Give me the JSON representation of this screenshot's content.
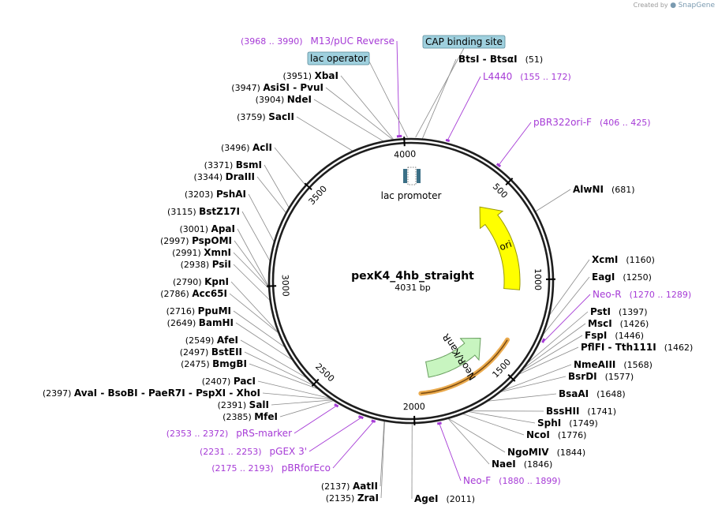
{
  "credit": {
    "prefix": "Created by",
    "brand": "SnapGene"
  },
  "map": {
    "name": "pexK4_4hb_straight",
    "length": 4031,
    "size_label": "4031 bp",
    "ticks": [
      "500",
      "1000",
      "1500",
      "2000",
      "2500",
      "3000",
      "3500",
      "4000"
    ],
    "features": [
      {
        "name": "lac operator",
        "kind": "boxed"
      },
      {
        "name": "CAP binding site",
        "kind": "boxed"
      },
      {
        "name": "lac promoter",
        "kind": "promoter"
      },
      {
        "name": "ori",
        "kind": "arrow",
        "color": "#ffff00"
      },
      {
        "name": "NeoR/KanR",
        "kind": "arrow",
        "color": "#c8f5c0"
      }
    ],
    "enzymes": [
      {
        "name": "BtsI - BtsαI",
        "pos": "(51)",
        "site": 51
      },
      {
        "name": "AlwNI",
        "pos": "(681)",
        "site": 681
      },
      {
        "name": "XcmI",
        "pos": "(1160)",
        "site": 1160
      },
      {
        "name": "EagI",
        "pos": "(1250)",
        "site": 1250
      },
      {
        "name": "PstI",
        "pos": "(1397)",
        "site": 1397
      },
      {
        "name": "MscI",
        "pos": "(1426)",
        "site": 1426
      },
      {
        "name": "FspI",
        "pos": "(1446)",
        "site": 1446
      },
      {
        "name": "PflFI - Tth111I",
        "pos": "(1462)",
        "site": 1462
      },
      {
        "name": "NmeAIII",
        "pos": "(1568)",
        "site": 1568
      },
      {
        "name": "BsrDI",
        "pos": "(1577)",
        "site": 1577
      },
      {
        "name": "BsaAI",
        "pos": "(1648)",
        "site": 1648
      },
      {
        "name": "BssHII",
        "pos": "(1741)",
        "site": 1741
      },
      {
        "name": "SphI",
        "pos": "(1749)",
        "site": 1749
      },
      {
        "name": "NcoI",
        "pos": "(1776)",
        "site": 1776
      },
      {
        "name": "NgoMIV",
        "pos": "(1844)",
        "site": 1844
      },
      {
        "name": "NaeI",
        "pos": "(1846)",
        "site": 1846
      },
      {
        "name": "AgeI",
        "pos": "(2011)",
        "site": 2011
      },
      {
        "name": "ZraI",
        "pos": "(2135)",
        "site": 2135
      },
      {
        "name": "AatII",
        "pos": "(2137)",
        "site": 2137
      },
      {
        "name": "MfeI",
        "pos": "(2385)",
        "site": 2385
      },
      {
        "name": "SalI",
        "pos": "(2391)",
        "site": 2391
      },
      {
        "name": "AvaI - BsoBI - PaeR7I - PspXI - XhoI",
        "pos": "(2397)",
        "site": 2397
      },
      {
        "name": "PacI",
        "pos": "(2407)",
        "site": 2407
      },
      {
        "name": "BmgBI",
        "pos": "(2475)",
        "site": 2475
      },
      {
        "name": "BstEII",
        "pos": "(2497)",
        "site": 2497
      },
      {
        "name": "AfeI",
        "pos": "(2549)",
        "site": 2549
      },
      {
        "name": "BamHI",
        "pos": "(2649)",
        "site": 2649
      },
      {
        "name": "PpuMI",
        "pos": "(2716)",
        "site": 2716
      },
      {
        "name": "Acc65I",
        "pos": "(2786)",
        "site": 2786
      },
      {
        "name": "KpnI",
        "pos": "(2790)",
        "site": 2790
      },
      {
        "name": "PsiI",
        "pos": "(2938)",
        "site": 2938
      },
      {
        "name": "XmnI",
        "pos": "(2991)",
        "site": 2991
      },
      {
        "name": "PspOMI",
        "pos": "(2997)",
        "site": 2997
      },
      {
        "name": "ApaI",
        "pos": "(3001)",
        "site": 3001
      },
      {
        "name": "BstZ17I",
        "pos": "(3115)",
        "site": 3115
      },
      {
        "name": "PshAI",
        "pos": "(3203)",
        "site": 3203
      },
      {
        "name": "DraIII",
        "pos": "(3344)",
        "site": 3344
      },
      {
        "name": "BsmI",
        "pos": "(3371)",
        "site": 3371
      },
      {
        "name": "AclI",
        "pos": "(3496)",
        "site": 3496
      },
      {
        "name": "SacII",
        "pos": "(3759)",
        "site": 3759
      },
      {
        "name": "NdeI",
        "pos": "(3904)",
        "site": 3904
      },
      {
        "name": "AsiSI - PvuI",
        "pos": "(3947)",
        "site": 3947
      },
      {
        "name": "XbaI",
        "pos": "(3951)",
        "site": 3951
      }
    ],
    "primers": [
      {
        "name": "M13/pUC Reverse",
        "range": "(3968 .. 3990)",
        "start": 3968,
        "end": 3990
      },
      {
        "name": "L4440",
        "range": "(155 .. 172)",
        "start": 155,
        "end": 172
      },
      {
        "name": "pBR322ori-F",
        "range": "(406 .. 425)",
        "start": 406,
        "end": 425
      },
      {
        "name": "Neo-R",
        "range": "(1270 .. 1289)",
        "start": 1270,
        "end": 1289
      },
      {
        "name": "Neo-F",
        "range": "(1880 .. 1899)",
        "start": 1880,
        "end": 1899
      },
      {
        "name": "pBRforEco",
        "range": "(2175 .. 2193)",
        "start": 2175,
        "end": 2193
      },
      {
        "name": "pGEX 3'",
        "range": "(2231 .. 2253)",
        "start": 2231,
        "end": 2253
      },
      {
        "name": "pRS-marker",
        "range": "(2353 .. 2372)",
        "start": 2353,
        "end": 2372
      }
    ]
  }
}
